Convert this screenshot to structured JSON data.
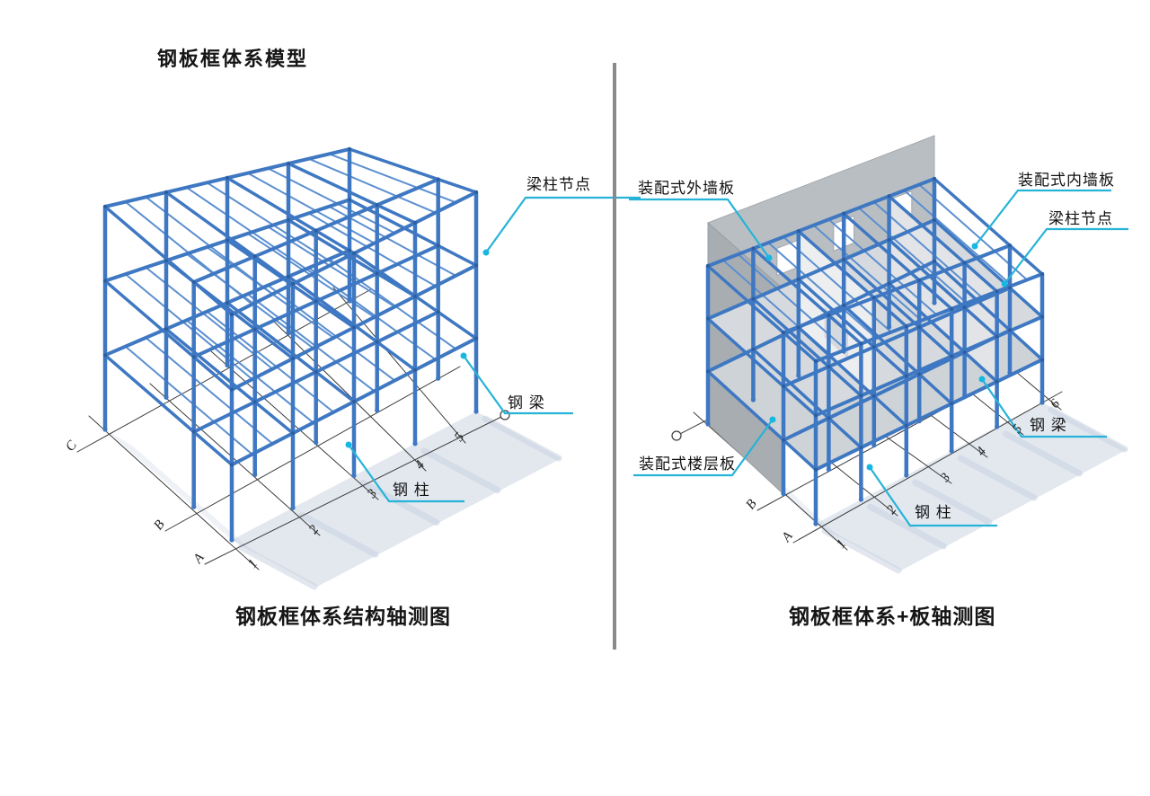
{
  "title": "钢板框体系模型",
  "left_diagram": {
    "caption": "钢板框体系结构轴测图",
    "labels": {
      "joint": "梁柱节点",
      "beam": "钢 梁",
      "column": "钢 柱"
    },
    "axis_letters": [
      "C",
      "B",
      "A"
    ],
    "axis_numbers": [
      "1",
      "2",
      "3",
      "4",
      "5"
    ]
  },
  "right_diagram": {
    "caption": "钢板框体系+板轴测图",
    "labels": {
      "ext_wall": "装配式外墙板",
      "int_wall": "装配式内墙板",
      "joint": "梁柱节点",
      "beam": "钢 梁",
      "column": "钢 柱",
      "floor_slab": "装配式楼层板"
    },
    "axis_letters": [
      "B",
      "A"
    ],
    "axis_numbers": [
      "1",
      "2",
      "3",
      "4",
      "5",
      "6"
    ]
  },
  "colors": {
    "steel_blue": "#3f78c2",
    "joist_blue": "#5b8fd0",
    "leader_cyan": "#27b3d8",
    "wall_gray": "#b9bec3",
    "slab_gray": "#ced3d7",
    "shadow": "#c7d1e0",
    "divider_gray": "#8a8a8a"
  }
}
